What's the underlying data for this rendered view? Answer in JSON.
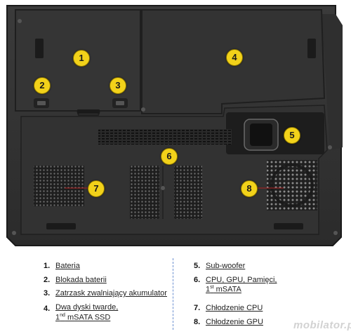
{
  "markers": [
    "1",
    "2",
    "3",
    "4",
    "5",
    "6",
    "7",
    "8"
  ],
  "legend": {
    "left": [
      {
        "num": "1.",
        "label": "Bateria"
      },
      {
        "num": "2.",
        "label": "Blokada baterii"
      },
      {
        "num": "3.",
        "label": "Zatrzask zwalniający akumulator"
      },
      {
        "num": "4.",
        "label_line1": "Dwa dyski twarde,",
        "label_line2_pre": "1",
        "label_line2_sup": "nd",
        "label_line2_post": " mSATA SSD"
      }
    ],
    "right": [
      {
        "num": "5.",
        "label": "Sub-woofer"
      },
      {
        "num": "6.",
        "label_line1": "CPU, GPU, Pamięci,",
        "label_line2_pre": "1",
        "label_line2_sup": "st",
        "label_line2_post": " mSATA"
      },
      {
        "num": "7.",
        "label": "Chłodzenie CPU"
      },
      {
        "num": "8.",
        "label": "Chłodzenie GPU"
      }
    ]
  },
  "watermark": "mobilator.pl"
}
